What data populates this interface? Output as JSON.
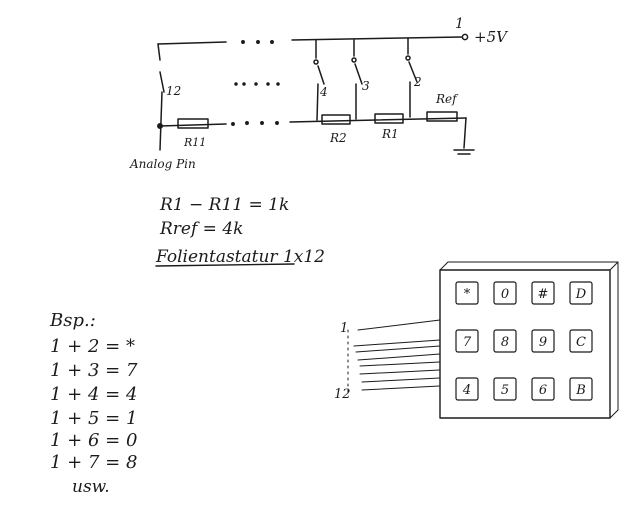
{
  "circuit": {
    "supply_node": "1",
    "supply_label": "+5V",
    "switch_labels": [
      "12",
      "4",
      "3",
      "2"
    ],
    "resistor_labels": [
      "R11",
      "R2",
      "R1",
      "Ref"
    ],
    "analog_pin": "Analog Pin"
  },
  "equations": {
    "line1": "R1 − R11 = 1k",
    "line2": "Rref = 4k",
    "line3": "Folientastatur 1x12"
  },
  "example": {
    "heading": "Bsp.:",
    "rows": [
      "1 + 2  =  *",
      "1 + 3  =  7",
      "1 + 4  =  4",
      "1 + 5  =  1",
      "1 + 6  =  0",
      "1 + 7  =  8"
    ],
    "usw": "usw."
  },
  "ribbon": {
    "top_label": "1",
    "bottom_label": "12"
  },
  "keypad": {
    "keys": [
      "*",
      "0",
      "#",
      "D",
      "7",
      "8",
      "9",
      "C",
      "4",
      "5",
      "6",
      "B"
    ]
  }
}
